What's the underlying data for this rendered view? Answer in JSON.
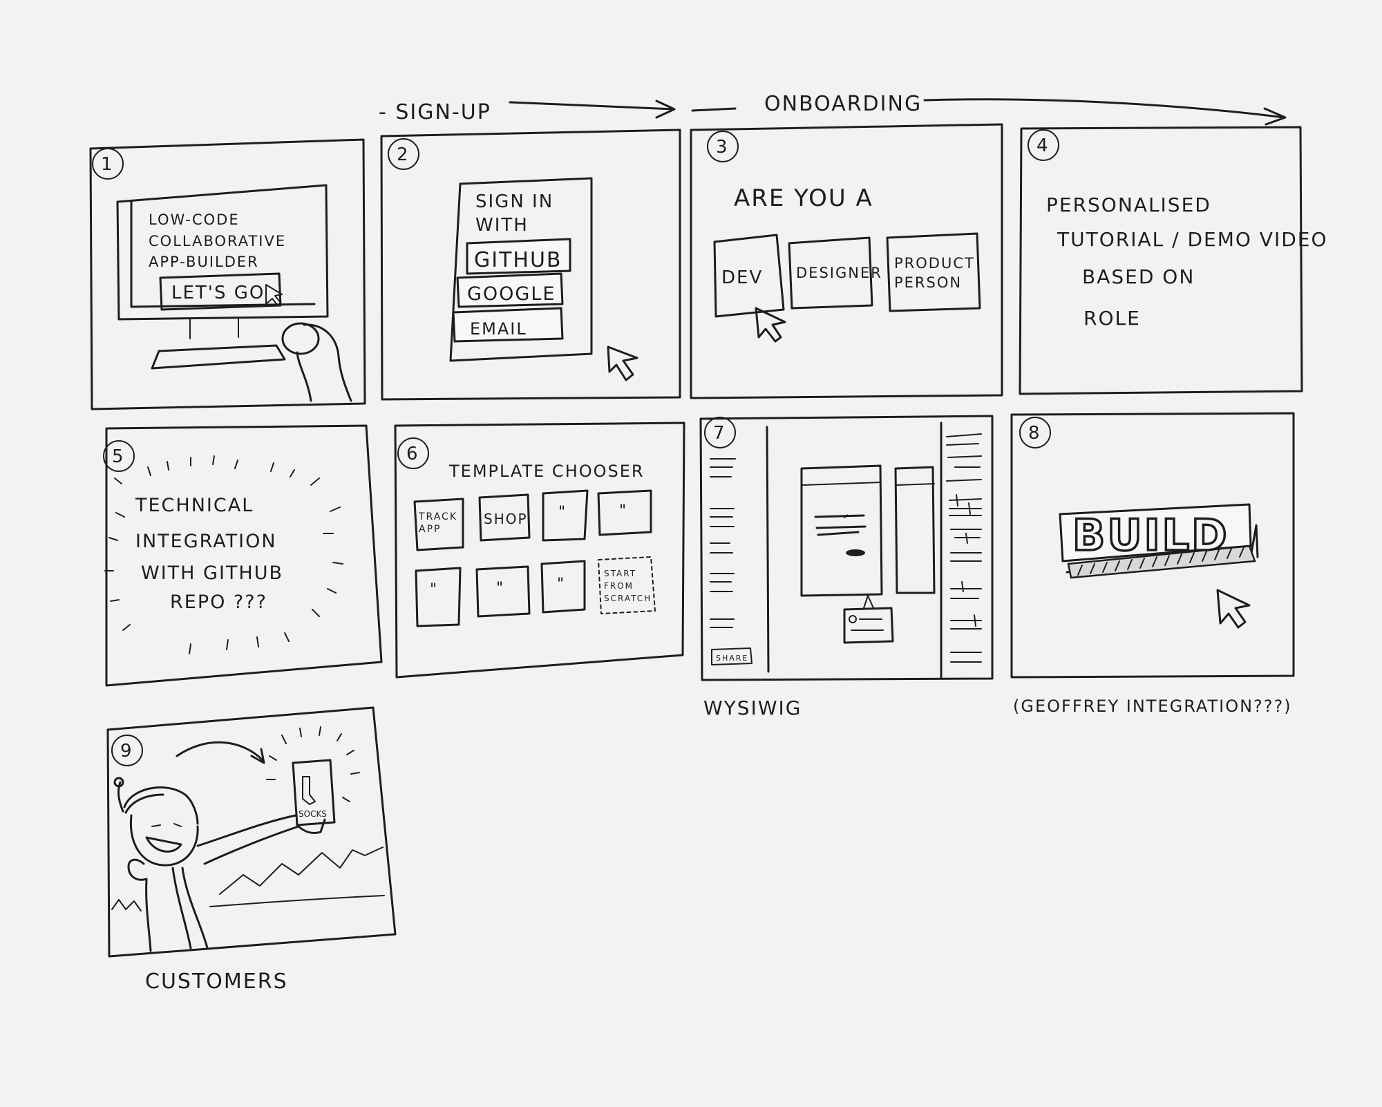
{
  "flow": {
    "signup_label": "- SIGN-UP",
    "onboarding_label": "ONBOARDING"
  },
  "panels": [
    {
      "number": "1",
      "lines": [
        "LOW-CODE",
        "COLLABORATIVE",
        "APP-BUILDER"
      ],
      "button": "LET'S GO"
    },
    {
      "number": "2",
      "heading": [
        "SIGN IN",
        "WITH"
      ],
      "options": [
        "GITHUB",
        "GOOGLE",
        "EMAIL"
      ]
    },
    {
      "number": "3",
      "heading": "ARE YOU A",
      "roles": [
        "DEV",
        "DESIGNER",
        "PRODUCT PERSON"
      ]
    },
    {
      "number": "4",
      "lines": [
        "PERSONALISED",
        "TUTORIAL / DEMO VIDEO",
        "BASED ON",
        "ROLE"
      ]
    },
    {
      "number": "5",
      "lines": [
        "TECHNICAL",
        "INTEGRATION",
        "WITH GITHUB",
        "REPO ???"
      ]
    },
    {
      "number": "6",
      "heading": "TEMPLATE CHOOSER",
      "tiles": [
        "TRACK APP",
        "SHOP",
        "\"",
        "\"",
        "\"",
        "\"",
        "\"",
        "START FROM SCRATCH"
      ]
    },
    {
      "number": "7",
      "share": "SHARE",
      "caption": "WYSIWIG"
    },
    {
      "number": "8",
      "button": "BUILD",
      "caption": "(GEOFFREY INTEGRATION???)"
    },
    {
      "number": "9",
      "phone_label": "SOCKS",
      "caption": "CUSTOMERS"
    }
  ]
}
